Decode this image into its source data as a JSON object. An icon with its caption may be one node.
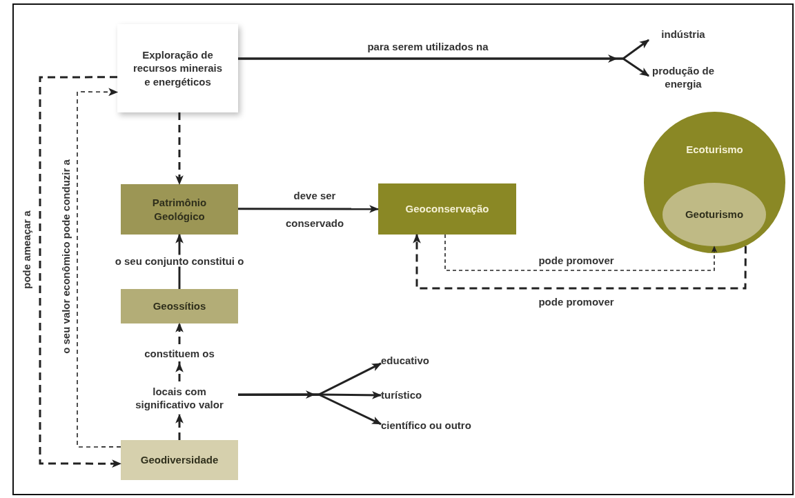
{
  "diagram": {
    "nodes": [
      {
        "text": [
          "Exploração de recursos minerais e energéticos"
        ]
      },
      {
        "text": [
          "Patrimônio Geológico"
        ]
      },
      {
        "text": [
          "Geoconservação"
        ]
      },
      {
        "text": [
          "Ecoturismo"
        ]
      },
      {
        "text": [
          "Geoturismo"
        ],
        "in": 3
      },
      {
        "text": [
          "Geossítios"
        ]
      },
      {
        "text": [
          "locais com significativo valor"
        ]
      },
      {
        "text": [
          "Geodiversidade"
        ]
      },
      {
        "text": [
          "indústria"
        ]
      },
      {
        "text": [
          "produção de energia"
        ]
      },
      {
        "text": [
          "educativo"
        ]
      },
      {
        "text": [
          "turístico"
        ]
      },
      {
        "text": [
          "científico ou outro"
        ]
      }
    ],
    "edges": [
      {
        "from": 0,
        "to": 8,
        "arrow": "to",
        "label": "para serem utilizados na"
      },
      {
        "from": 0,
        "to": 9,
        "arrow": "to"
      },
      {
        "from": 0,
        "to": 1,
        "arrow": "to",
        "style": "dashed"
      },
      {
        "from": 1,
        "to": 2,
        "arrow": "to",
        "label": "deve ser"
      },
      {
        "from": 5,
        "to": 1,
        "arrow": "to",
        "label": "o seu conjunto constitui o"
      },
      {
        "from": 6,
        "to": 5,
        "arrow": "to",
        "style": "dashed",
        "label": "constituem os"
      },
      {
        "from": 7,
        "to": 6,
        "arrow": "to",
        "style": "dashed"
      },
      {
        "from": 6,
        "to": 10,
        "arrow": "to"
      },
      {
        "from": 6,
        "to": 11,
        "arrow": "to"
      },
      {
        "from": 6,
        "to": 12,
        "arrow": "to"
      },
      {
        "from": 7,
        "to": 0,
        "arrow": "to",
        "style": "dashed",
        "label": "o seu valor econômico pode conduzir a"
      },
      {
        "from": 0,
        "to": 7,
        "arrow": "to",
        "style": "dashed",
        "label": "pode ameaçar a"
      },
      {
        "from": 2,
        "to": 4,
        "arrow": "to",
        "style": "dashed",
        "label": "pode promover"
      },
      {
        "from": 3,
        "to": 2,
        "arrow": "to",
        "style": "dashed",
        "label": "pode promover"
      }
    ],
    "labels": [
      "conservado"
    ]
  }
}
